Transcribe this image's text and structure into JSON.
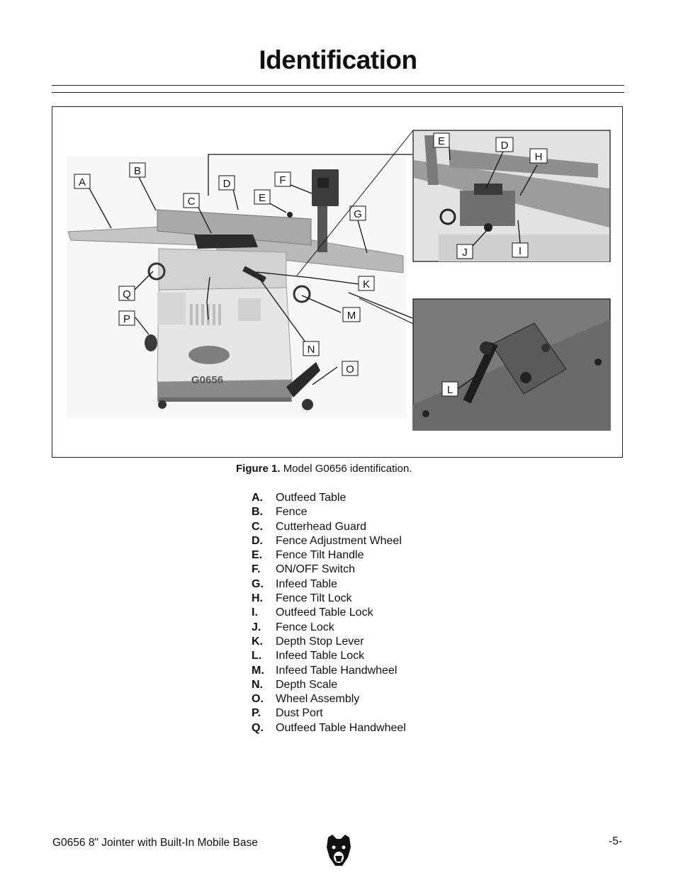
{
  "page": {
    "title": "Identification"
  },
  "figure": {
    "caption_label": "Figure 1.",
    "caption_text": "Model G0656 identification.",
    "main_photo": {
      "callouts": [
        "A",
        "B",
        "C",
        "D",
        "E",
        "F",
        "G",
        "K",
        "Q",
        "P",
        "M",
        "N",
        "O"
      ],
      "machine_label": "G0656"
    },
    "inset_top": {
      "callouts": [
        "E",
        "D",
        "H",
        "J",
        "I"
      ]
    },
    "inset_bottom": {
      "callouts": [
        "L"
      ]
    },
    "colors": {
      "machine_body": "#e6e6e6",
      "table": "#b9b9b9",
      "base": "#8a8a8a",
      "dark_metal": "#2c2c2c"
    }
  },
  "parts": [
    {
      "letter": "A.",
      "name": "Outfeed Table"
    },
    {
      "letter": "B.",
      "name": "Fence"
    },
    {
      "letter": "C.",
      "name": "Cutterhead Guard"
    },
    {
      "letter": "D.",
      "name": "Fence Adjustment Wheel"
    },
    {
      "letter": "E.",
      "name": "Fence Tilt Handle"
    },
    {
      "letter": "F.",
      "name": "ON/OFF Switch"
    },
    {
      "letter": "G.",
      "name": "Infeed Table"
    },
    {
      "letter": "H.",
      "name": "Fence Tilt Lock"
    },
    {
      "letter": "I.",
      "name": "Outfeed Table Lock"
    },
    {
      "letter": "J.",
      "name": "Fence Lock"
    },
    {
      "letter": "K.",
      "name": "Depth Stop Lever"
    },
    {
      "letter": "L.",
      "name": "Infeed Table Lock"
    },
    {
      "letter": "M.",
      "name": "Infeed Table Handwheel"
    },
    {
      "letter": "N.",
      "name": "Depth Scale"
    },
    {
      "letter": "O.",
      "name": "Wheel Assembly"
    },
    {
      "letter": "P.",
      "name": "Dust Port"
    },
    {
      "letter": "Q.",
      "name": "Outfeed Table Handwheel"
    }
  ],
  "footer": {
    "left_text": "G0656 8\" Jointer with Built-In Mobile Base",
    "page_number": "-5-",
    "logo_icon": "bear-head-icon"
  }
}
